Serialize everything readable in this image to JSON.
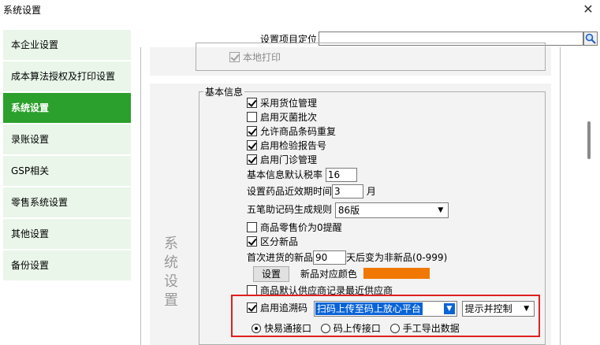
{
  "window": {
    "title": "系统设置",
    "close_glyph": "✕"
  },
  "sidebar": {
    "items": [
      {
        "label": "本企业设置",
        "active": false
      },
      {
        "label": "成本算法授权及打印设置",
        "active": false
      },
      {
        "label": "系统设置",
        "active": true
      },
      {
        "label": "录账设置",
        "active": false
      },
      {
        "label": "GSP相关",
        "active": false
      },
      {
        "label": "零售系统设置",
        "active": false
      },
      {
        "label": "其他设置",
        "active": false
      },
      {
        "label": "备份设置",
        "active": false
      }
    ]
  },
  "search": {
    "label": "设置项目定位",
    "value": "",
    "icon": "search-icon"
  },
  "section_label": "系统设置",
  "print_group": {
    "local_print": {
      "label": "本地打印",
      "checked": true,
      "disabled": true
    }
  },
  "basic": {
    "legend": "基本信息",
    "use_location": {
      "label": "采用货位管理",
      "checked": true
    },
    "sterile_batch": {
      "label": "启用灭菌批次",
      "checked": false
    },
    "allow_dup_barcode": {
      "label": "允许商品条码重复",
      "checked": true
    },
    "inspection_report": {
      "label": "启用检验报告号",
      "checked": true
    },
    "clinic_mgmt": {
      "label": "启用门诊管理",
      "checked": true
    },
    "default_tax": {
      "label": "基本信息默认税率",
      "value": "16"
    },
    "expiry": {
      "label": "设置药品近效期时间",
      "value": "3",
      "unit": "月"
    },
    "wubi": {
      "label": "五笔助记码生成规则",
      "value": "86版"
    },
    "zero_price_alert": {
      "label": "商品零售价为0提醒",
      "checked": false
    },
    "distinguish_new": {
      "label": "区分新品",
      "checked": true
    },
    "new_after": {
      "label": "首次进货的新品",
      "value": "90",
      "suffix": "天后变为非新品(0-999)"
    },
    "set_btn": "设置",
    "new_color": {
      "label": "新品对应颜色",
      "color": "#f07800"
    },
    "default_supplier": {
      "label": "商品默认供应商记录最近供应商",
      "checked": false
    },
    "traceability": {
      "label": "启用追溯码",
      "checked": true,
      "platform": "扫码上传至码上放心平台",
      "mode": "提示并控制"
    },
    "interfaces": [
      {
        "label": "快易通接口",
        "selected": true
      },
      {
        "label": "码上传接口",
        "selected": false
      },
      {
        "label": "手工导出数据",
        "selected": false
      }
    ]
  }
}
